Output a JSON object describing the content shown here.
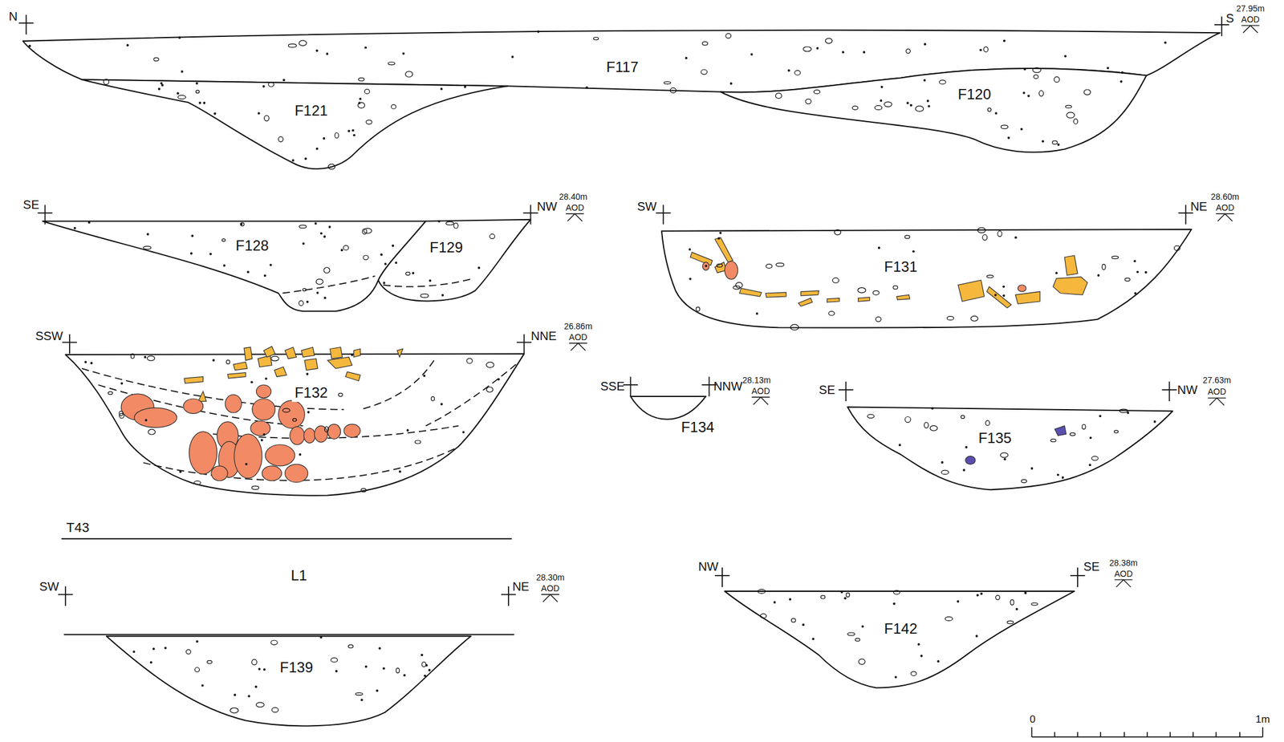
{
  "diagram": {
    "nodes": [
      {
        "text": [
          "F117"
        ]
      },
      {
        "text": [
          "F121"
        ]
      },
      {
        "text": [
          "F120"
        ]
      },
      {
        "text": [
          "F128"
        ]
      },
      {
        "text": [
          "F129"
        ]
      },
      {
        "text": [
          "F131"
        ]
      },
      {
        "text": [
          "F132"
        ]
      },
      {
        "text": [
          "F134"
        ]
      },
      {
        "text": [
          "F135"
        ]
      },
      {
        "text": [
          "L1"
        ]
      },
      {
        "text": [
          "F139"
        ]
      },
      {
        "text": [
          "F142"
        ]
      }
    ],
    "labels": [
      "N",
      "S",
      "27.95m",
      "AOD",
      "SE",
      "NW",
      "28.40m",
      "AOD",
      "SW",
      "NE",
      "28.60m",
      "AOD",
      "SSW",
      "NNE",
      "26.86m",
      "AOD",
      "SSE",
      "NNW",
      "28.13m",
      "AOD",
      "SE",
      "NW",
      "27.63m",
      "AOD",
      "T43",
      "SW",
      "NE",
      "28.30m",
      "AOD",
      "NW",
      "SE",
      "28.38m",
      "AOD",
      "0",
      "1m"
    ]
  }
}
